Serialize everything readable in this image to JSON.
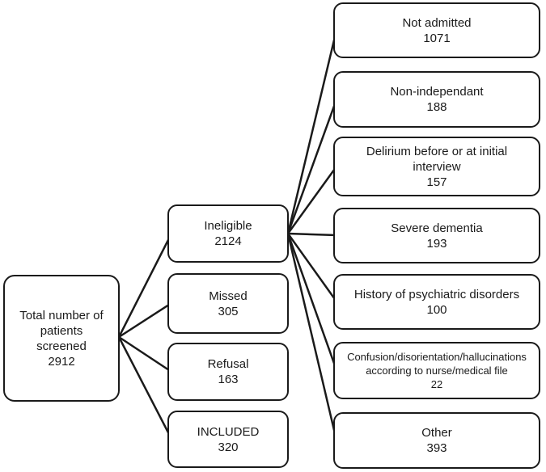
{
  "colors": {
    "stroke": "#1a1a1a",
    "text": "#1a1a1a",
    "background": "#ffffff"
  },
  "root_box": {
    "label": "Total number of\npatients\nscreened",
    "count": "2912"
  },
  "middle_boxes": [
    {
      "label": "Ineligible",
      "count": "2124"
    },
    {
      "label": "Missed",
      "count": "305"
    },
    {
      "label": "Refusal",
      "count": "163"
    },
    {
      "label": "INCLUDED",
      "count": "320"
    }
  ],
  "right_boxes": [
    {
      "label": "Not admitted",
      "count": "1071"
    },
    {
      "label": "Non-independant",
      "count": "188"
    },
    {
      "label": "Delirium before or at initial\ninterview",
      "count": "157"
    },
    {
      "label": "Severe dementia",
      "count": "193"
    },
    {
      "label": "History of psychiatric disorders",
      "count": "100"
    },
    {
      "label": "Confusion/disorientation/hallucinations\naccording to nurse/medical file",
      "count": "22"
    },
    {
      "label": "Other",
      "count": "393"
    }
  ]
}
